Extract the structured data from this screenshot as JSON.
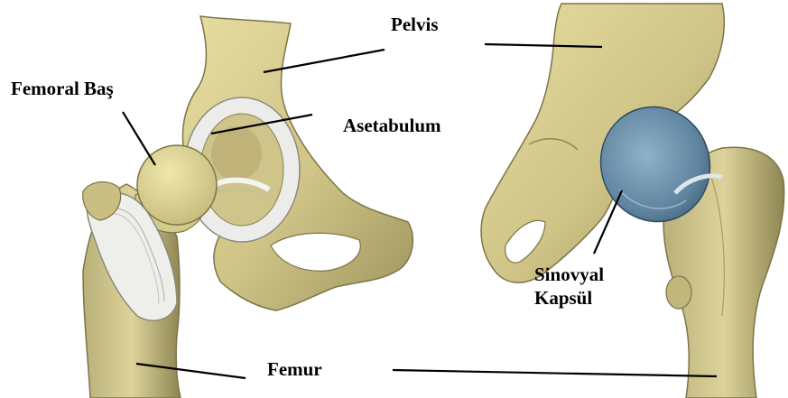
{
  "labels": {
    "pelvis": "Pelvis",
    "femoral_head": "Femoral Baş",
    "acetabulum": "Asetabulum",
    "femur": "Femur",
    "synovial_line1": "Sinovyal",
    "synovial_line2": "Kapsül"
  },
  "colors": {
    "bone": "#d9cf92",
    "bone_dark": "#8f8655",
    "cartilage": "#e6e8e6",
    "synovial_capsule": "#6f93ad",
    "leader_line": "#000000"
  },
  "icons": {
    "left_illustration": "hip-joint-anterior-illustration",
    "right_illustration": "hip-joint-synovial-capsule-illustration"
  }
}
